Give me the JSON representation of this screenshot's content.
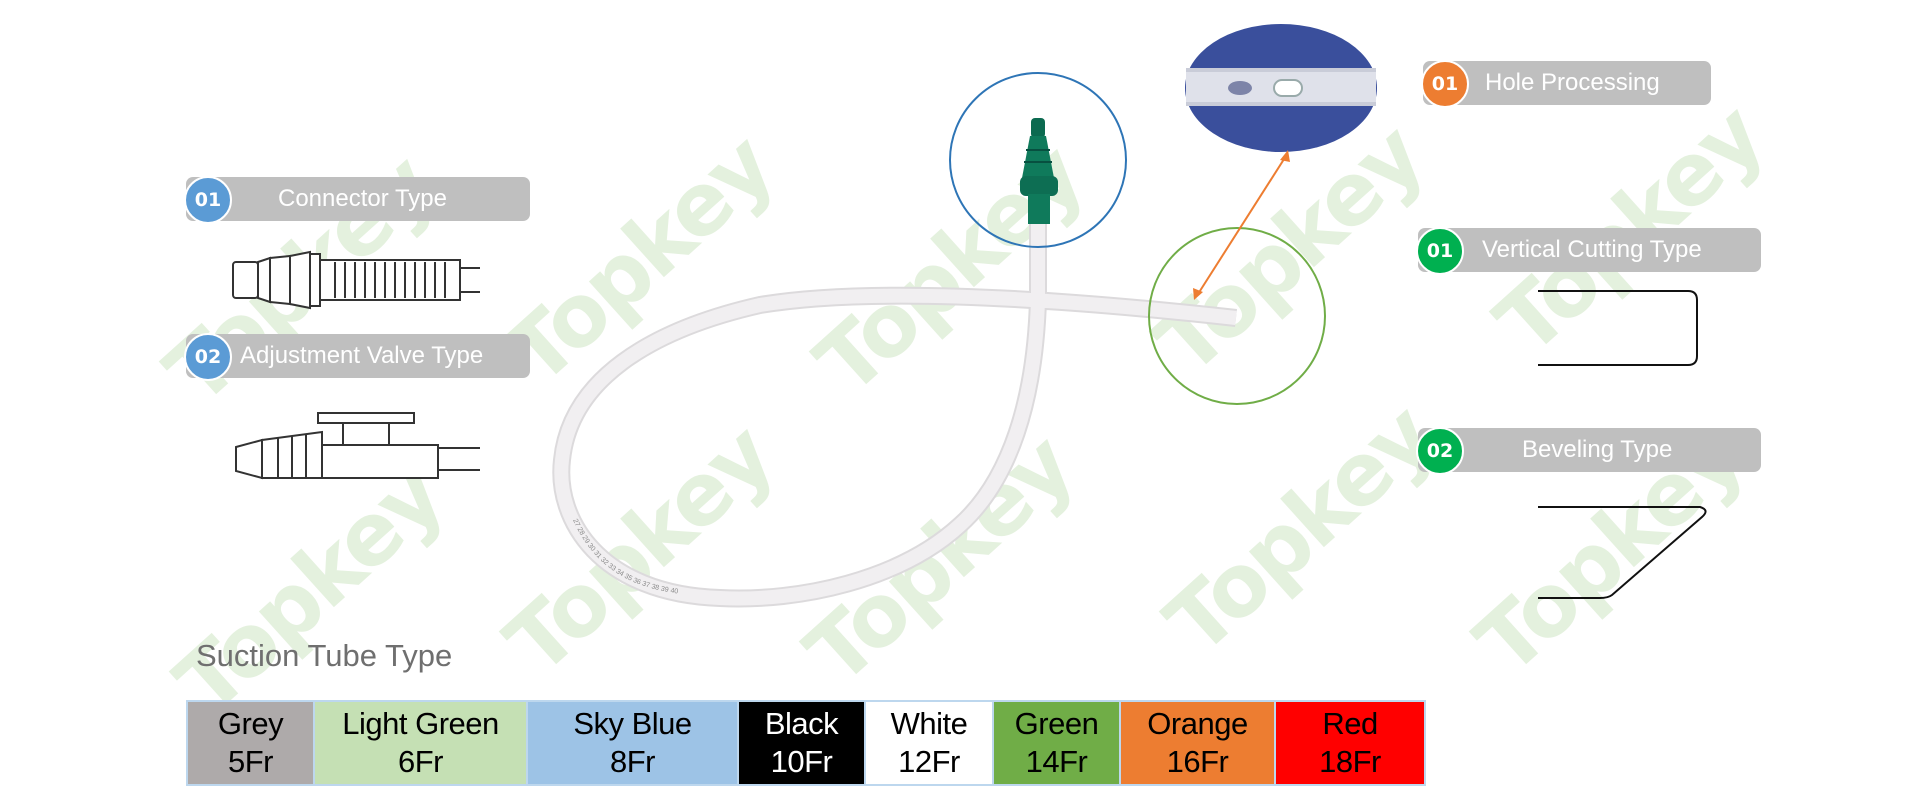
{
  "watermark": "Topkey",
  "left_panel": {
    "items": [
      {
        "number": "01",
        "label": "Connector Type",
        "badge_color": "#5b9bd5",
        "icon": "connector-drawing"
      },
      {
        "number": "02",
        "label": "Adjustment Valve Type",
        "badge_color": "#5b9bd5",
        "icon": "adjustment-valve-drawing"
      }
    ]
  },
  "right_panel": {
    "hole": {
      "number": "01",
      "label": "Hole Processing",
      "badge_color": "#ed7d31"
    },
    "tips": [
      {
        "number": "01",
        "label": "Vertical Cutting Type",
        "badge_color": "#00b050",
        "icon": "vertical-cut-tip"
      },
      {
        "number": "02",
        "label": "Beveling Type",
        "badge_color": "#00b050",
        "icon": "bevel-tip"
      }
    ]
  },
  "product_image": {
    "scale_marks": "27   28   29   30   31   32   33   34   35   36   37   38   39   40",
    "connector_circle_color": "#2e75b6",
    "tip_circle_color": "#70ad47",
    "arrow_color": "#ed7d31"
  },
  "suction_tube": {
    "title": "Suction Tube Type",
    "sizes": [
      {
        "color": "Grey",
        "size": "5Fr",
        "bg": "#aeaaaa",
        "fg": "#000000"
      },
      {
        "color": "Light Green",
        "size": "6Fr",
        "bg": "#c5e0b4",
        "fg": "#000000"
      },
      {
        "color": "Sky Blue",
        "size": "8Fr",
        "bg": "#9dc3e6",
        "fg": "#000000"
      },
      {
        "color": "Black",
        "size": "10Fr",
        "bg": "#000000",
        "fg": "#ffffff"
      },
      {
        "color": "White",
        "size": "12Fr",
        "bg": "#ffffff",
        "fg": "#000000"
      },
      {
        "color": "Green",
        "size": "14Fr",
        "bg": "#70ad47",
        "fg": "#000000"
      },
      {
        "color": "Orange",
        "size": "16Fr",
        "bg": "#ed7d31",
        "fg": "#000000"
      },
      {
        "color": "Red",
        "size": "18Fr",
        "bg": "#ff0000",
        "fg": "#000000"
      }
    ]
  }
}
